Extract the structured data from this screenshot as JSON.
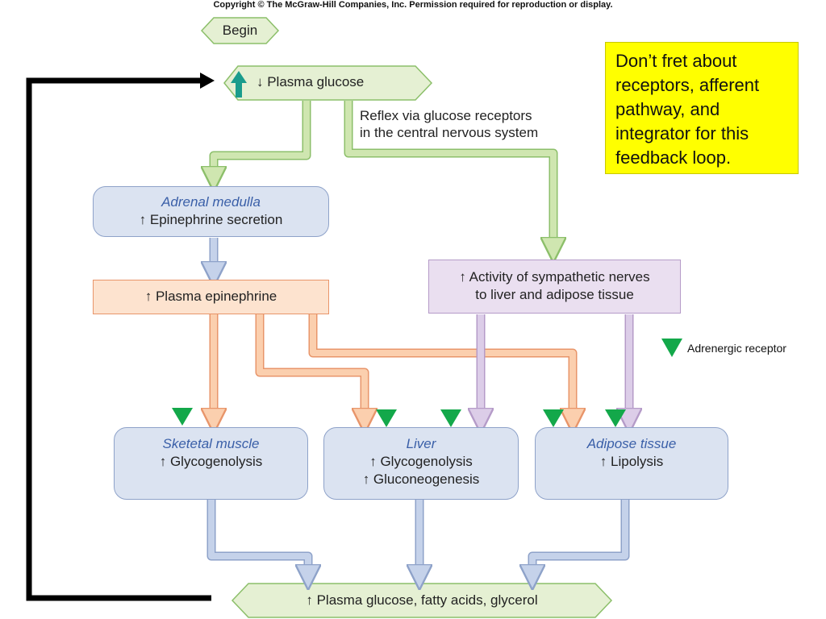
{
  "header": {
    "copyright": "Copyright © The McGraw-Hill Companies, Inc. Permission required for reproduction or display."
  },
  "nodes": {
    "begin": "Begin",
    "plasma_glucose": "↓ Plasma glucose",
    "reflex_note": [
      "Reflex via glucose receptors",
      "in the central nervous system"
    ],
    "adrenal": {
      "title": "Adrenal medulla",
      "line": "↑ Epinephrine secretion"
    },
    "plasma_epi": "↑ Plasma epinephrine",
    "sympathetic": [
      "↑ Activity of sympathetic nerves",
      "to liver and adipose tissue"
    ],
    "skeletal": {
      "title": "Sketetal muscle",
      "lines": [
        "↑ Glycogenolysis"
      ]
    },
    "liver": {
      "title": "Liver",
      "lines": [
        "↑ Glycogenolysis",
        "↑ Gluconeogenesis"
      ]
    },
    "adipose": {
      "title": "Adipose tissue",
      "lines": [
        "↑ Lipolysis"
      ]
    },
    "output": "↑ Plasma glucose, fatty acids, glycerol"
  },
  "callout": "Don’t fret about receptors, afferent pathway, and integrator for this feedback loop.",
  "legend": {
    "label": "Adrenergic receptor"
  },
  "colors": {
    "green_arrow": "#cfe6b0",
    "blue_arrow": "#c5d2ea",
    "orange_arrow": "#fbcfae",
    "purple_arrow": "#dccde8",
    "receptor": "#13a84a",
    "teal_arrow": "#1a9c8c",
    "note_bg": "#ffff00"
  },
  "icons": {
    "up_arrow": "teal-up-arrow-icon",
    "receptor": "triangle-receptor-icon"
  }
}
